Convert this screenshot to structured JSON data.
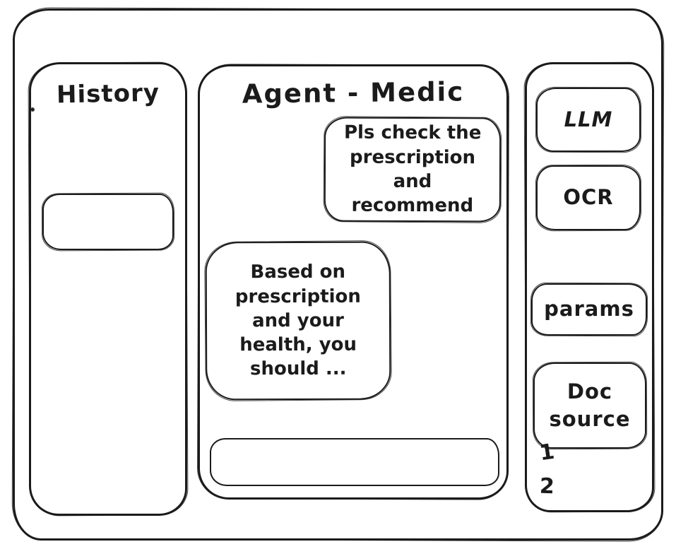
{
  "colors": {
    "ink": "#1b1b1b",
    "background": "#ffffff"
  },
  "history": {
    "title": "History",
    "items": [
      {
        "label": ""
      },
      {
        "label": ""
      }
    ]
  },
  "chat": {
    "title": "Agent - Medic",
    "messages": [
      {
        "role": "user",
        "text": "Pls check the prescription and recommend"
      },
      {
        "role": "assistant",
        "text": "Based on prescription and your health, you should ..."
      }
    ],
    "input": {
      "value": "",
      "placeholder": ""
    }
  },
  "tools": {
    "buttons": [
      {
        "label": "LLM"
      },
      {
        "label": "OCR"
      },
      {
        "label": "params"
      },
      {
        "label": "Doc source"
      }
    ],
    "doc_source_items": [
      {
        "label": "1"
      },
      {
        "label": "2"
      }
    ]
  }
}
